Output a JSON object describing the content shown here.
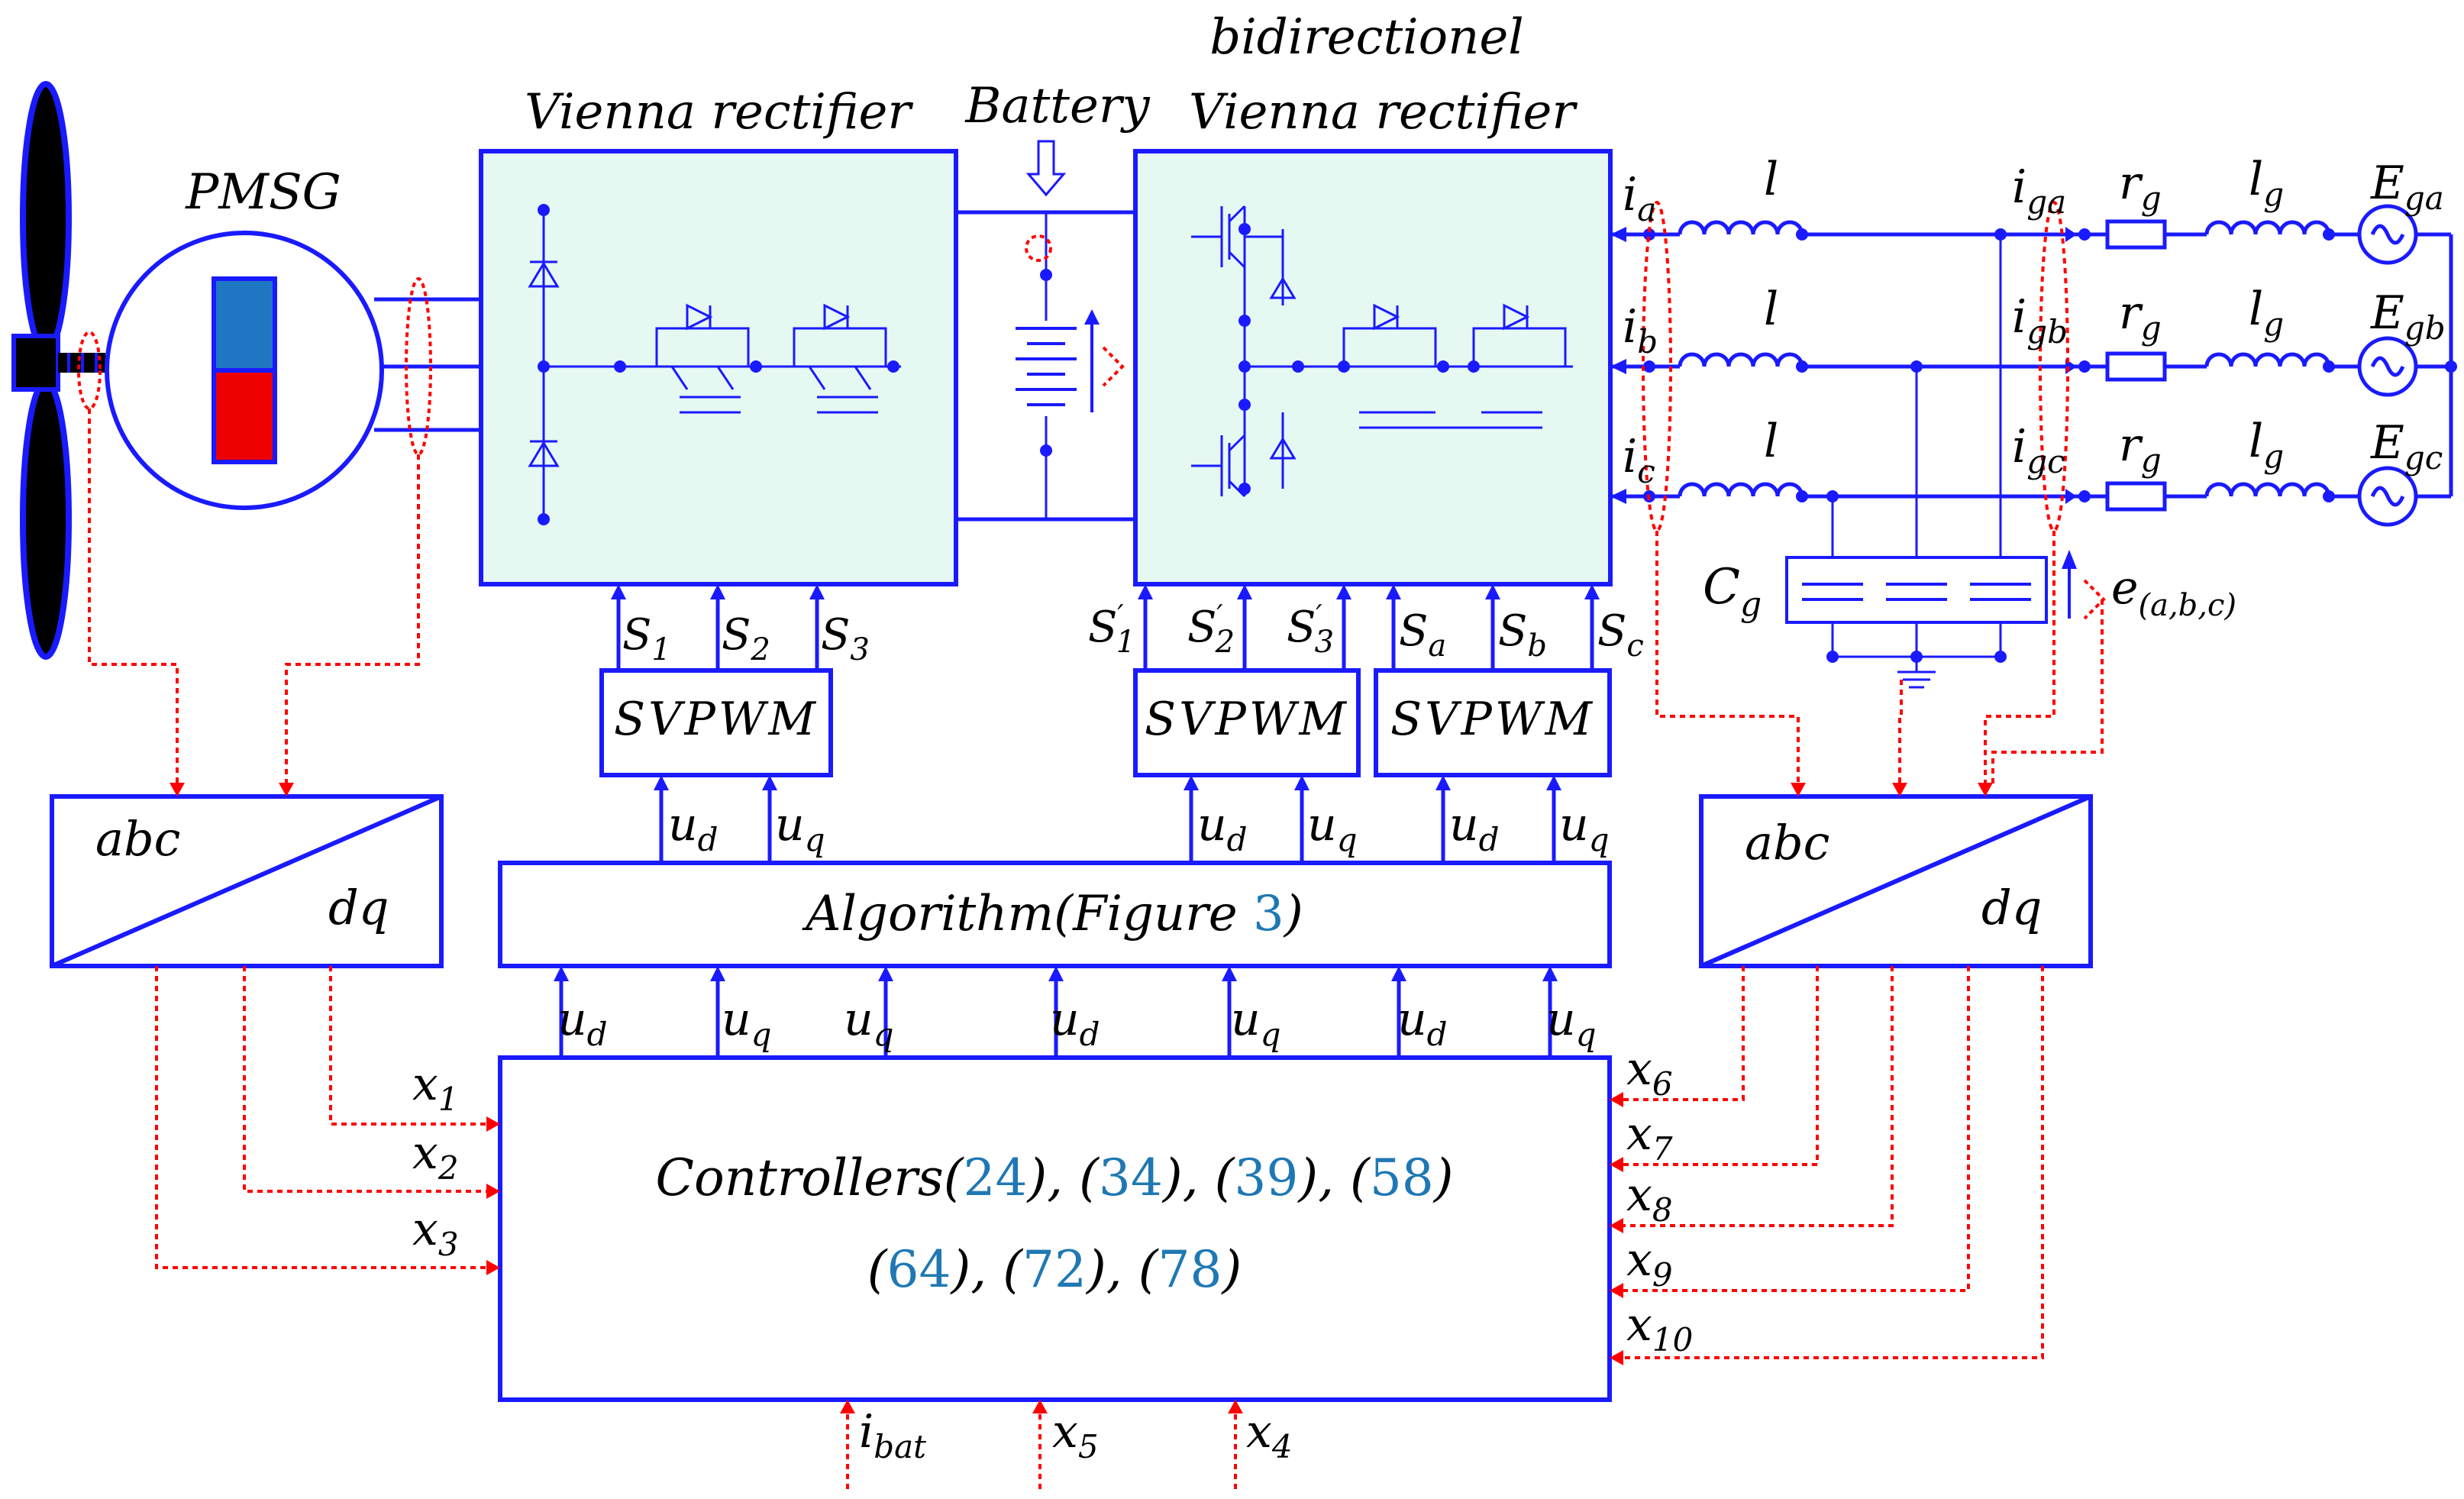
{
  "labels": {
    "pmsg": "PMSG",
    "vienna": "Vienna rectifier",
    "battery": "Battery",
    "bidir_line1": "bidirectionel",
    "bidir_line2": "Vienna rectifier",
    "svpwm": "SVPWM",
    "algorithm": "Algorithm(Figure ",
    "algorithm_ref": "3",
    "algorithm_close": ")",
    "abc": "abc",
    "dq": "dq",
    "ud": "u",
    "ud_sub": "d",
    "uq": "u",
    "uq_sub": "q",
    "l": "l",
    "lg": "l",
    "lg_sub": "g",
    "rg": "r",
    "rg_sub": "g",
    "cg": "C",
    "cg_sub": "g",
    "e_abc": "e",
    "e_abc_sub": "(a,b,c)"
  },
  "phases": [
    {
      "i": "i",
      "i_sub": "a",
      "ig_sub": "ga",
      "E_sub": "ga"
    },
    {
      "i": "i",
      "i_sub": "b",
      "ig_sub": "gb",
      "E_sub": "gb"
    },
    {
      "i": "i",
      "i_sub": "c",
      "ig_sub": "gc",
      "E_sub": "gc"
    }
  ],
  "switch_signals_left": [
    "1",
    "2",
    "3"
  ],
  "switch_signals_mid": [
    "1",
    "2",
    "3"
  ],
  "switch_signals_right": [
    "a",
    "b",
    "c"
  ],
  "controllers": {
    "line1_prefix": "Controllers",
    "refs1": [
      "24",
      "34",
      "39",
      "58"
    ],
    "refs2": [
      "64",
      "72",
      "78"
    ]
  },
  "inputs_left": [
    "1",
    "2",
    "3"
  ],
  "inputs_right": [
    "6",
    "7",
    "8",
    "9",
    "10"
  ],
  "bottom_inputs": [
    {
      "sym": "i",
      "sub": "bat"
    },
    {
      "sym": "x",
      "sub": "5"
    },
    {
      "sym": "x",
      "sub": "4"
    }
  ],
  "colors": {
    "wire": "#1a1aff",
    "signal": "#ff0000",
    "converter_fill": "#e6f8f2",
    "ref": "#1f78b4",
    "magnet_n": "#1f77c4",
    "magnet_s": "#ee0000"
  }
}
